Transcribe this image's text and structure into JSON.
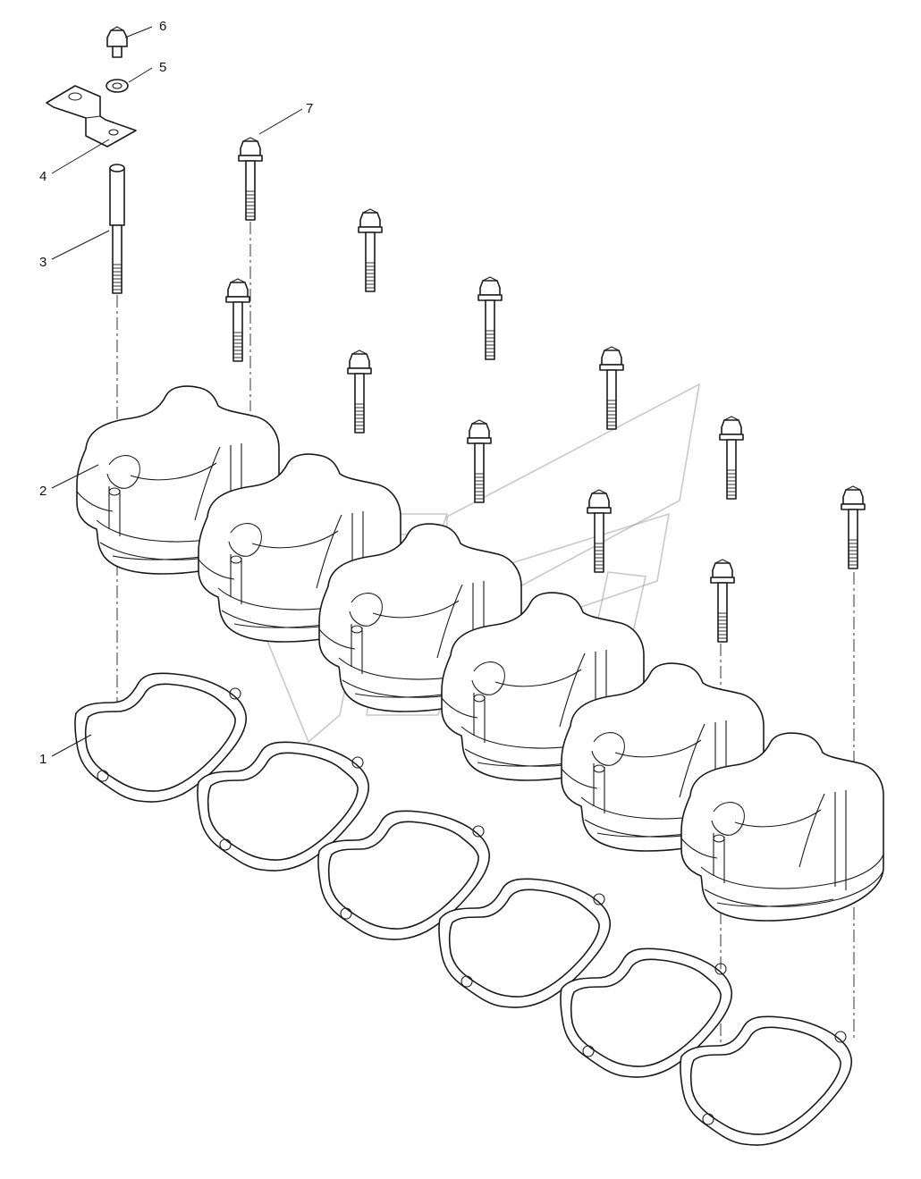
{
  "diagram": {
    "callouts": [
      {
        "id": "1",
        "label": "1"
      },
      {
        "id": "2",
        "label": "2"
      },
      {
        "id": "3",
        "label": "3"
      },
      {
        "id": "4",
        "label": "4"
      },
      {
        "id": "5",
        "label": "5"
      },
      {
        "id": "6",
        "label": "6"
      },
      {
        "id": "7",
        "label": "7"
      }
    ],
    "colors": {
      "line": "#1a1a1a",
      "watermark": "#9a9a9a",
      "background": "#ffffff"
    },
    "icons": {
      "watermark": "brand-logo-watermark"
    }
  }
}
